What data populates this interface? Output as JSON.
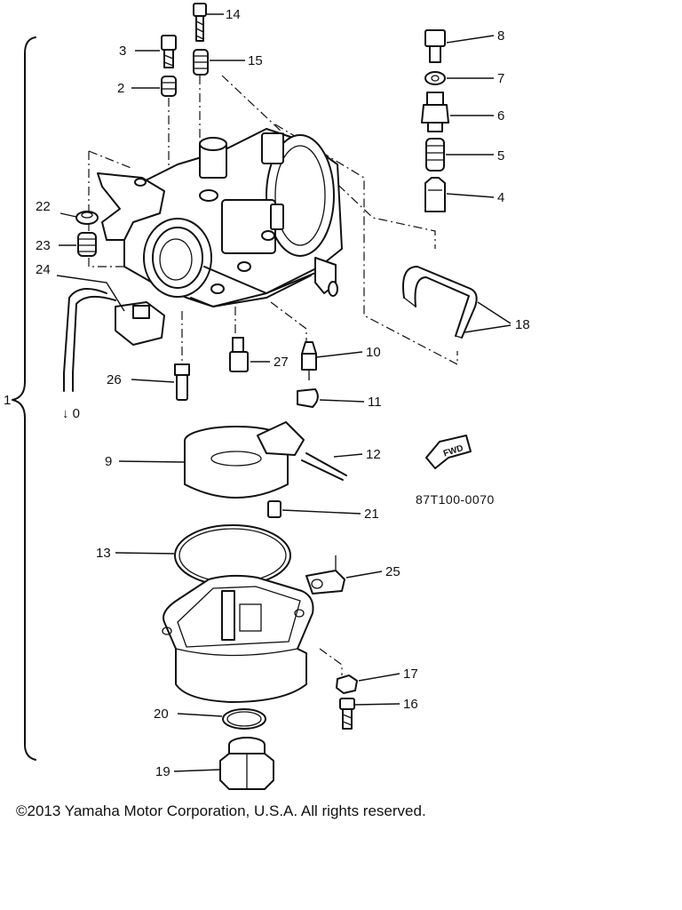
{
  "diagram": {
    "kind": "exploded parts diagram",
    "assembly_callout": "1",
    "drawing_code": "87T100-0070",
    "fwd_marker": "FWD",
    "wire_end_label": "↓ 0",
    "callouts": [
      "2",
      "3",
      "4",
      "5",
      "6",
      "7",
      "8",
      "9",
      "10",
      "11",
      "12",
      "13",
      "14",
      "15",
      "16",
      "17",
      "18",
      "19",
      "20",
      "21",
      "22",
      "23",
      "24",
      "25",
      "26",
      "27"
    ]
  },
  "footer": {
    "copyright": "©2013 Yamaha Motor Corporation, U.S.A. All rights reserved."
  }
}
